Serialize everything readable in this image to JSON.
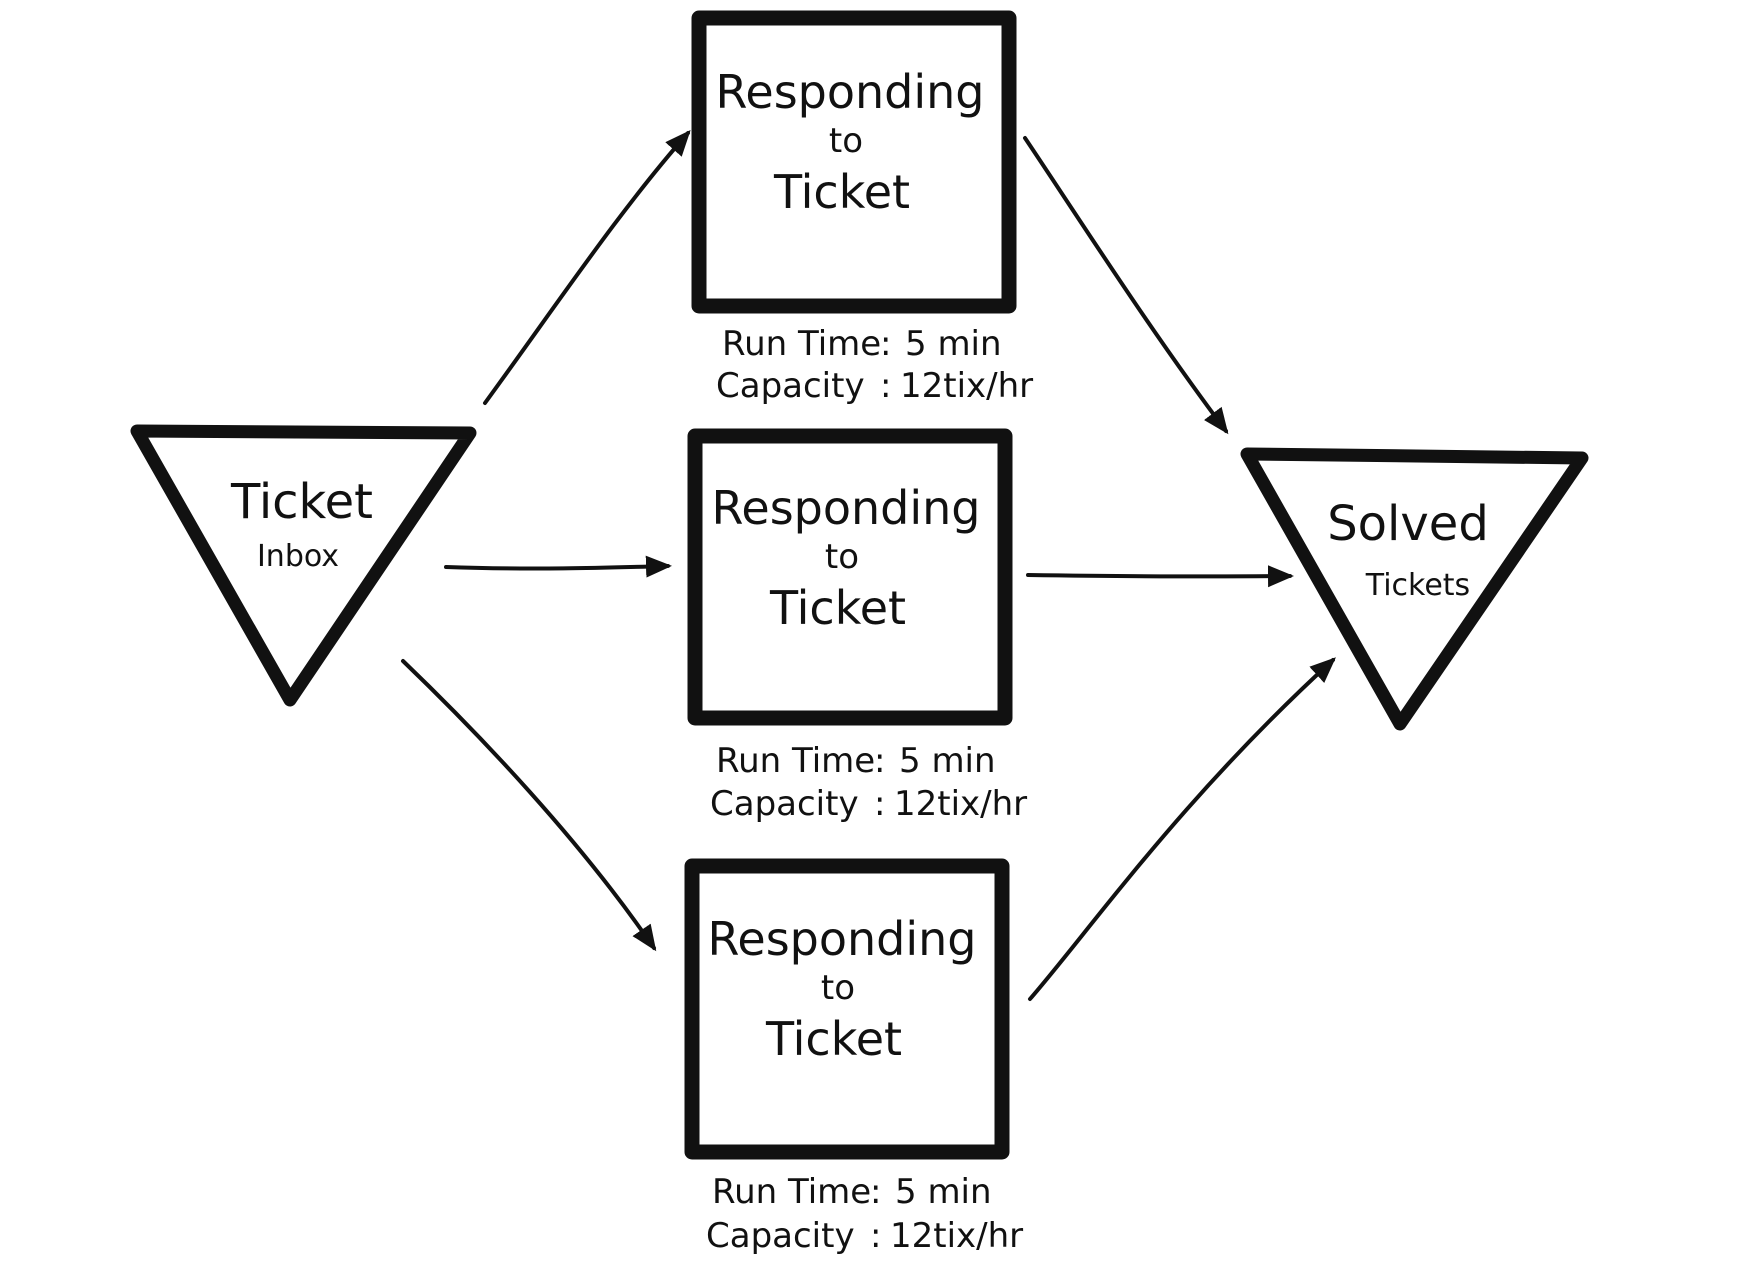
{
  "diagram": {
    "source": {
      "title": "Ticket",
      "subtitle": "Inbox"
    },
    "sink": {
      "title": "Solved",
      "subtitle": "Tickets"
    },
    "stations": [
      {
        "line1": "Responding",
        "line2": "to",
        "line3": "Ticket",
        "run_time_label": "Run Time",
        "run_time_value": "5 min",
        "capacity_label": "Capacity",
        "capacity_value": "12tix/hr"
      },
      {
        "line1": "Responding",
        "line2": "to",
        "line3": "Ticket",
        "run_time_label": "Run Time",
        "run_time_value": "5 min",
        "capacity_label": "Capacity",
        "capacity_value": "12tix/hr"
      },
      {
        "line1": "Responding",
        "line2": "to",
        "line3": "Ticket",
        "run_time_label": "Run Time",
        "run_time_value": "5 min",
        "capacity_label": "Capacity",
        "capacity_value": "12tix/hr"
      }
    ],
    "colors": {
      "stroke": "#111111",
      "background": "#ffffff"
    }
  }
}
